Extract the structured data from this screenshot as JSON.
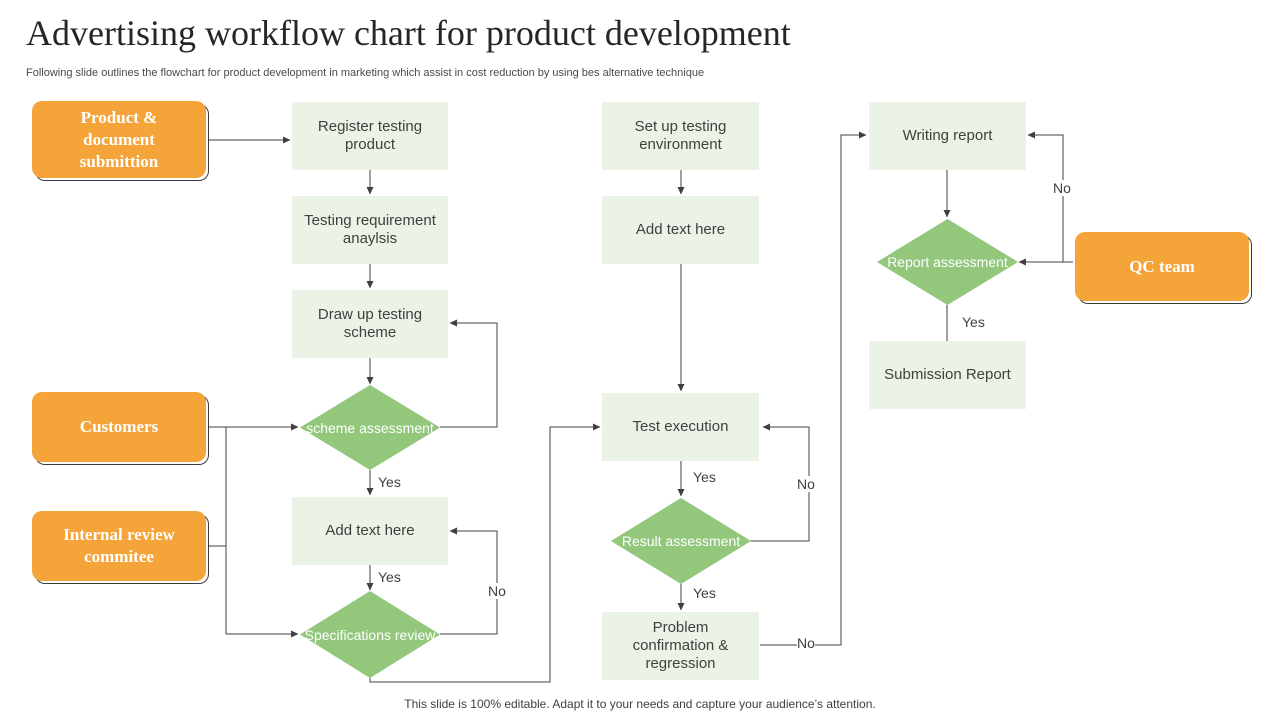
{
  "title": "Advertising workflow chart for product development",
  "subtitle": "Following slide outlines the flowchart for product development in marketing which assist in cost reduction by using bes alternative technique",
  "footer": "This slide is 100% editable. Adapt it to your needs and capture your audience’s attention.",
  "stakeholders": {
    "product": "Product & document submittion",
    "customers": "Customers",
    "internal_review": "Internal review commitee",
    "qc_team": "QC team"
  },
  "steps": {
    "register": "Register testing product",
    "requirement": "Testing requirement anaylsis",
    "draw_up": "Draw up testing scheme",
    "add_text_1": "Add text here",
    "setup_env": "Set up testing environment",
    "add_text_2": "Add text here",
    "test_execution": "Test execution",
    "problem": "Problem confirmation & regression",
    "writing_report": "Writing report",
    "submission": "Submission Report"
  },
  "decisions": {
    "scheme": "scheme assessment",
    "specifications": "Specifications review",
    "result": "Result assessment",
    "report": "Report assessment"
  },
  "edge_labels": {
    "yes": "Yes",
    "no": "No"
  },
  "colors": {
    "stakeholder": "#f5a43a",
    "step": "#ebf3e7",
    "decision": "#92c77c",
    "connector": "#404040"
  }
}
